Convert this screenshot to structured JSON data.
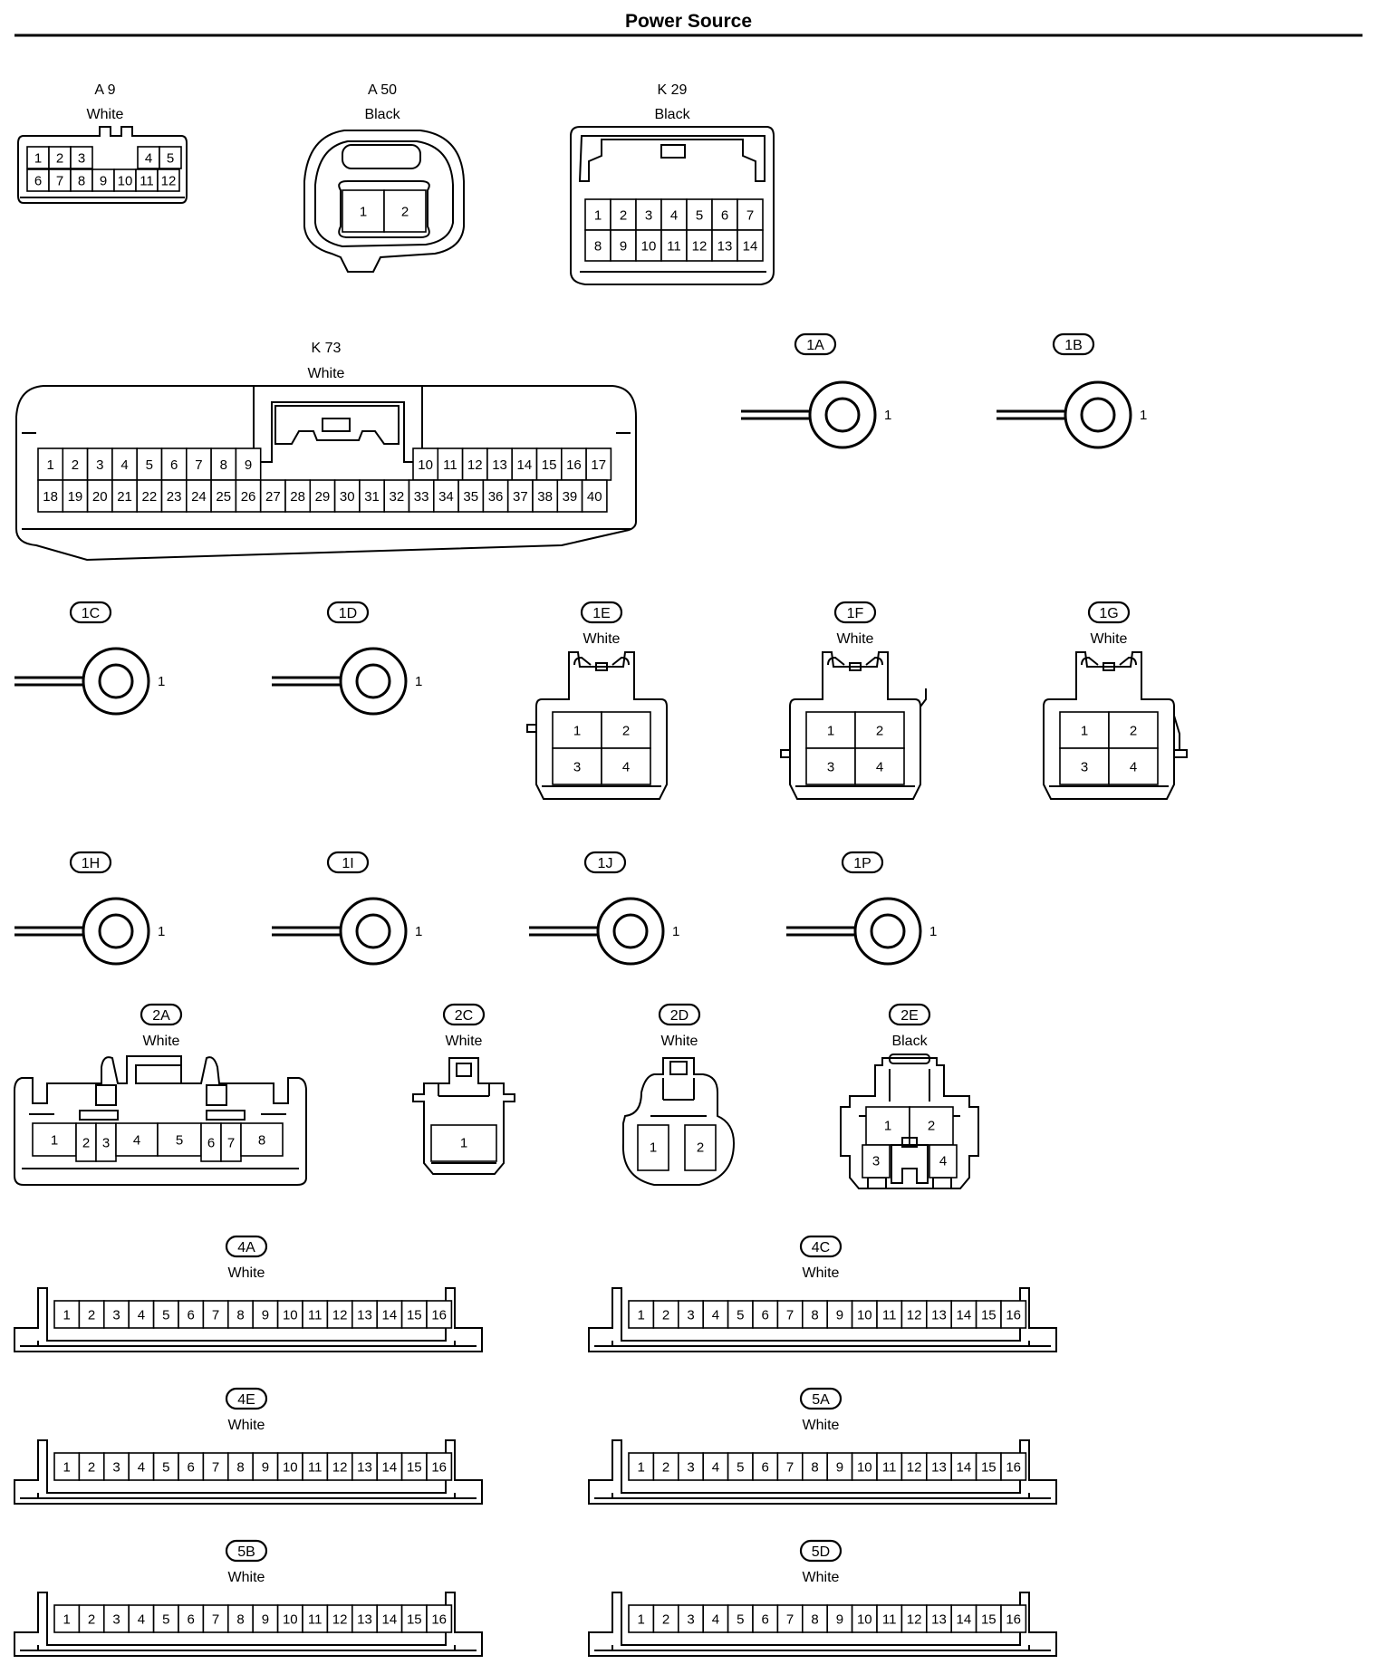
{
  "title": "Power Source",
  "connectors": {
    "A9": {
      "id": "A 9",
      "color": "White"
    },
    "A50": {
      "id": "A 50",
      "color": "Black"
    },
    "K29": {
      "id": "K 29",
      "color": "Black"
    },
    "K73": {
      "id": "K 73",
      "color": "White"
    },
    "1A": {
      "id": "1A",
      "pin": "1"
    },
    "1B": {
      "id": "1B",
      "pin": "1"
    },
    "1C": {
      "id": "1C",
      "pin": "1"
    },
    "1D": {
      "id": "1D",
      "pin": "1"
    },
    "1E": {
      "id": "1E",
      "color": "White"
    },
    "1F": {
      "id": "1F",
      "color": "White"
    },
    "1G": {
      "id": "1G",
      "color": "White"
    },
    "1H": {
      "id": "1H",
      "pin": "1"
    },
    "1I": {
      "id": "1I",
      "pin": "1"
    },
    "1J": {
      "id": "1J",
      "pin": "1"
    },
    "1P": {
      "id": "1P",
      "pin": "1"
    },
    "2A": {
      "id": "2A",
      "color": "White"
    },
    "2C": {
      "id": "2C",
      "color": "White"
    },
    "2D": {
      "id": "2D",
      "color": "White"
    },
    "2E": {
      "id": "2E",
      "color": "Black"
    },
    "4A": {
      "id": "4A",
      "color": "White"
    },
    "4C": {
      "id": "4C",
      "color": "White"
    },
    "4E": {
      "id": "4E",
      "color": "White"
    },
    "5A": {
      "id": "5A",
      "color": "White"
    },
    "5B": {
      "id": "5B",
      "color": "White"
    },
    "5D": {
      "id": "5D",
      "color": "White"
    }
  }
}
